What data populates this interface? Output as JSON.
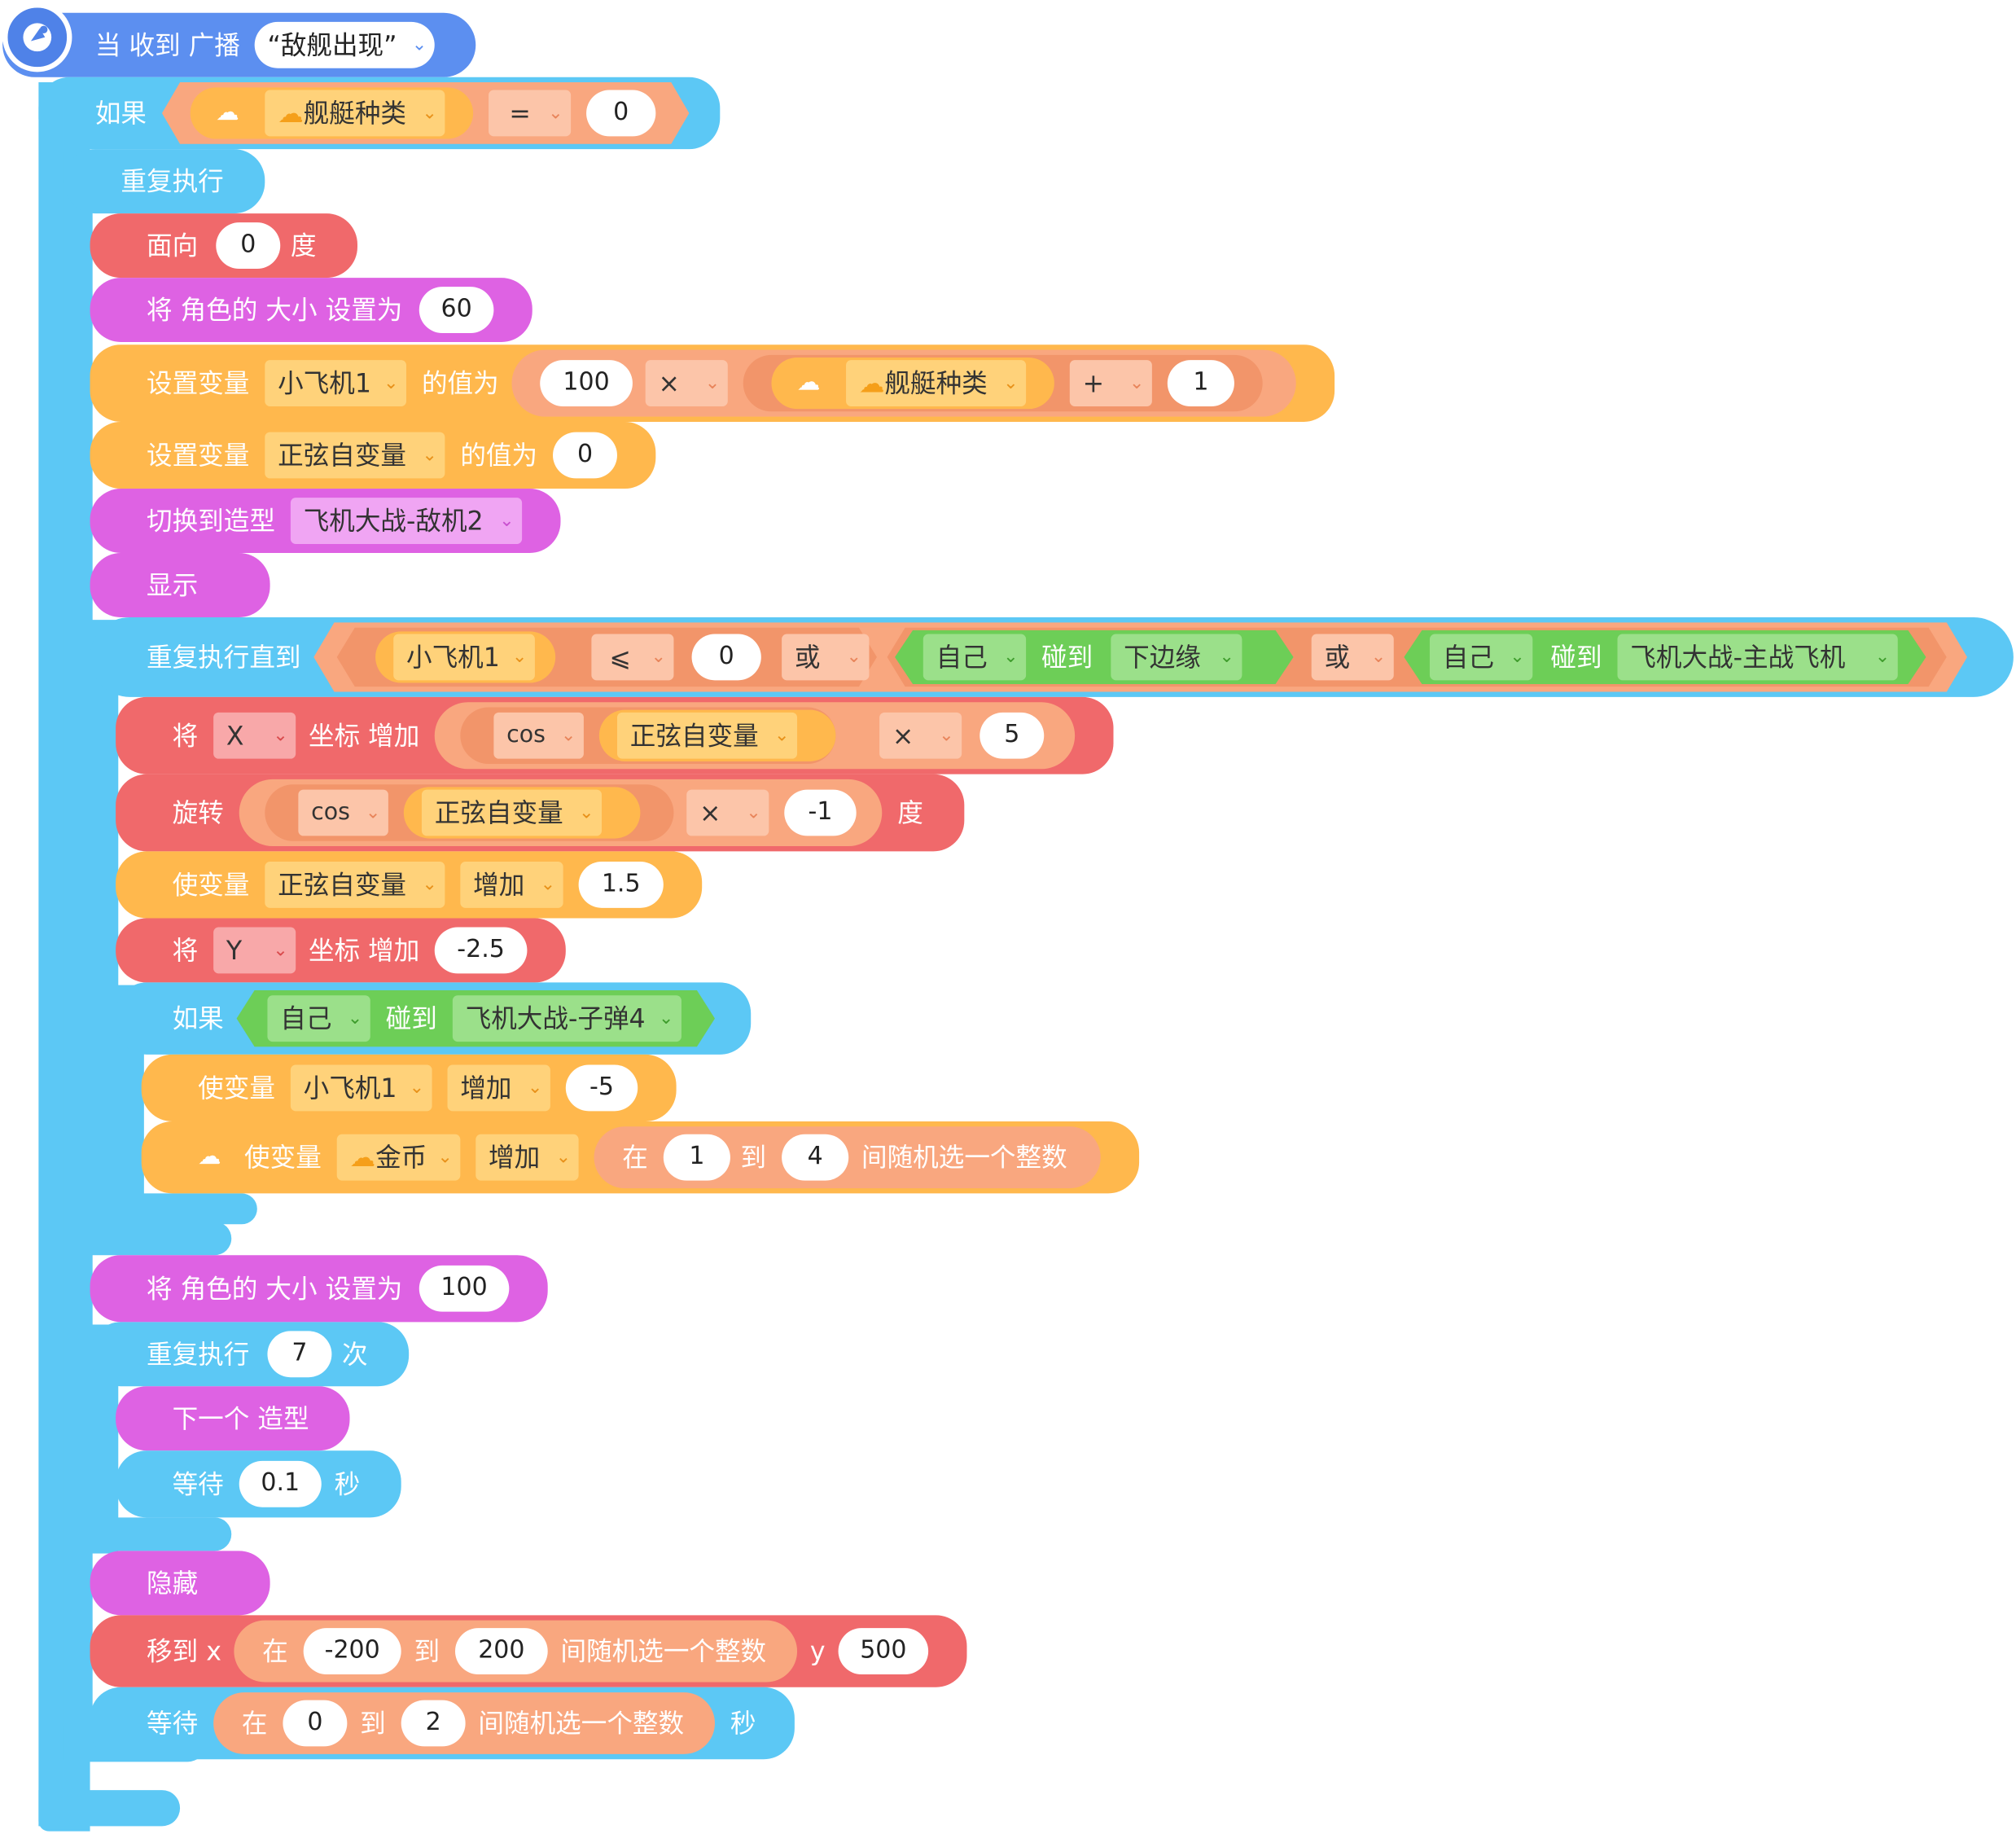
{
  "hat": {
    "label": "当 收到 广播",
    "broadcast": "“敌舰出现”"
  },
  "if1": {
    "label": "如果",
    "var": "舰艇种类",
    "op": "=",
    "value": "0"
  },
  "repeat1": {
    "label": "重复执行"
  },
  "face": {
    "label": "面向",
    "value": "0",
    "unit": "度"
  },
  "size1": {
    "label": "将 角色的 大小 设置为",
    "value": "60"
  },
  "setvar1": {
    "label": "设置变量",
    "var": "小飞机1",
    "mid": "的值为",
    "a": "100",
    "op1": "×",
    "var2": "舰艇种类",
    "op2": "+",
    "b": "1"
  },
  "setvar2": {
    "label": "设置变量",
    "var": "正弦自变量",
    "mid": "的值为",
    "value": "0"
  },
  "costume": {
    "label": "切换到造型",
    "value": "飞机大战-敌机2"
  },
  "show": {
    "label": "显示"
  },
  "until": {
    "label": "重复执行直到",
    "var": "小飞机1",
    "op": "⩽",
    "value": "0",
    "or1": "或",
    "self1": "自己",
    "touch1": "碰到",
    "target1": "下边缘",
    "or2": "或",
    "self2": "自己",
    "touch2": "碰到",
    "target2": "飞机大战-主战飞机"
  },
  "movex": {
    "label": "将",
    "axis": "X",
    "mid": "坐标 增加",
    "fn": "cos",
    "var": "正弦自变量",
    "op": "×",
    "value": "5"
  },
  "rotate": {
    "label": "旋转",
    "fn": "cos",
    "var": "正弦自变量",
    "op": "×",
    "value": "-1",
    "unit": "度"
  },
  "incvar1": {
    "label": "使变量",
    "var": "正弦自变量",
    "mode": "增加",
    "value": "1.5"
  },
  "movey": {
    "label": "将",
    "axis": "Y",
    "mid": "坐标 增加",
    "value": "-2.5"
  },
  "if2": {
    "label": "如果",
    "self": "自己",
    "touch": "碰到",
    "target": "飞机大战-子弹4"
  },
  "incvar2": {
    "label": "使变量",
    "var": "小飞机1",
    "mode": "增加",
    "value": "-5"
  },
  "incvar3": {
    "label": "使变量",
    "var": "金币",
    "mode": "增加",
    "in": "在",
    "a": "1",
    "to": "到",
    "b": "4",
    "tail": "间随机选一个整数"
  },
  "size2": {
    "label": "将 角色的 大小 设置为",
    "value": "100"
  },
  "repeat7": {
    "label": "重复执行",
    "value": "7",
    "unit": "次"
  },
  "nextcos": {
    "label": "下一个 造型"
  },
  "wait1": {
    "label": "等待",
    "value": "0.1",
    "unit": "秒"
  },
  "hide": {
    "label": "隐藏"
  },
  "goto": {
    "label": "移到 x",
    "in": "在",
    "a": "-200",
    "to": "到",
    "b": "200",
    "tail": "间随机选一个整数",
    "y": "y",
    "yv": "500"
  },
  "wait2": {
    "label": "等待",
    "in": "在",
    "a": "0",
    "to": "到",
    "b": "2",
    "tail": "间随机选一个整数",
    "unit": "秒"
  },
  "colors": {
    "control": "#5cc8f5",
    "motion": "#f0696b",
    "looks": "#de62e3",
    "data": "#ffb84d",
    "operator": "#f9a77f",
    "sensing": "#6dce57",
    "event": "#5c8ff0"
  }
}
